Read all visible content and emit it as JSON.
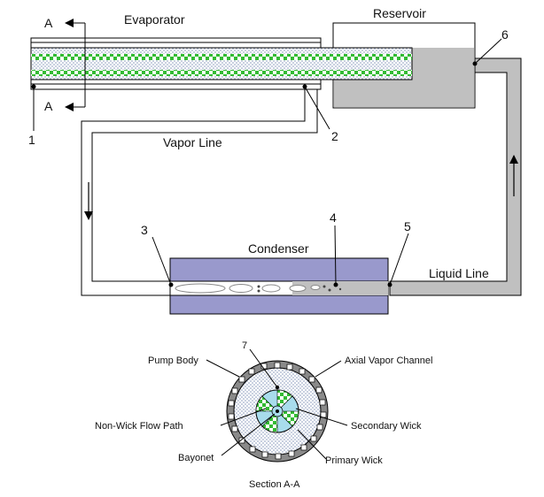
{
  "title": "",
  "labels": {
    "evaporator": "Evaporator",
    "reservoir": "Reservoir",
    "vapor_line": "Vapor Line",
    "condenser": "Condenser",
    "liquid_line": "Liquid Line",
    "section_a_top": "A",
    "section_a_bottom": "A",
    "point_1": "1",
    "point_2": "2",
    "point_3": "3",
    "point_4": "4",
    "point_5": "5",
    "point_6": "6",
    "point_7": "7",
    "pump_body": "Pump Body",
    "axial_vapor_channel": "Axial Vapor Channel",
    "non_wick_flow_path": "Non-Wick Flow Path",
    "secondary_wick": "Secondary Wick",
    "bayonet": "Bayonet",
    "primary_wick": "Primary Wick",
    "section_caption": "Section A-A"
  },
  "colors": {
    "condenser": "#9999cc",
    "liquid": "#c0c0c0",
    "wick_green": "#33bb33",
    "vane_blue": "#a8dcec",
    "stipple": "#8899bb",
    "pump_body": "#8a8a8a"
  }
}
